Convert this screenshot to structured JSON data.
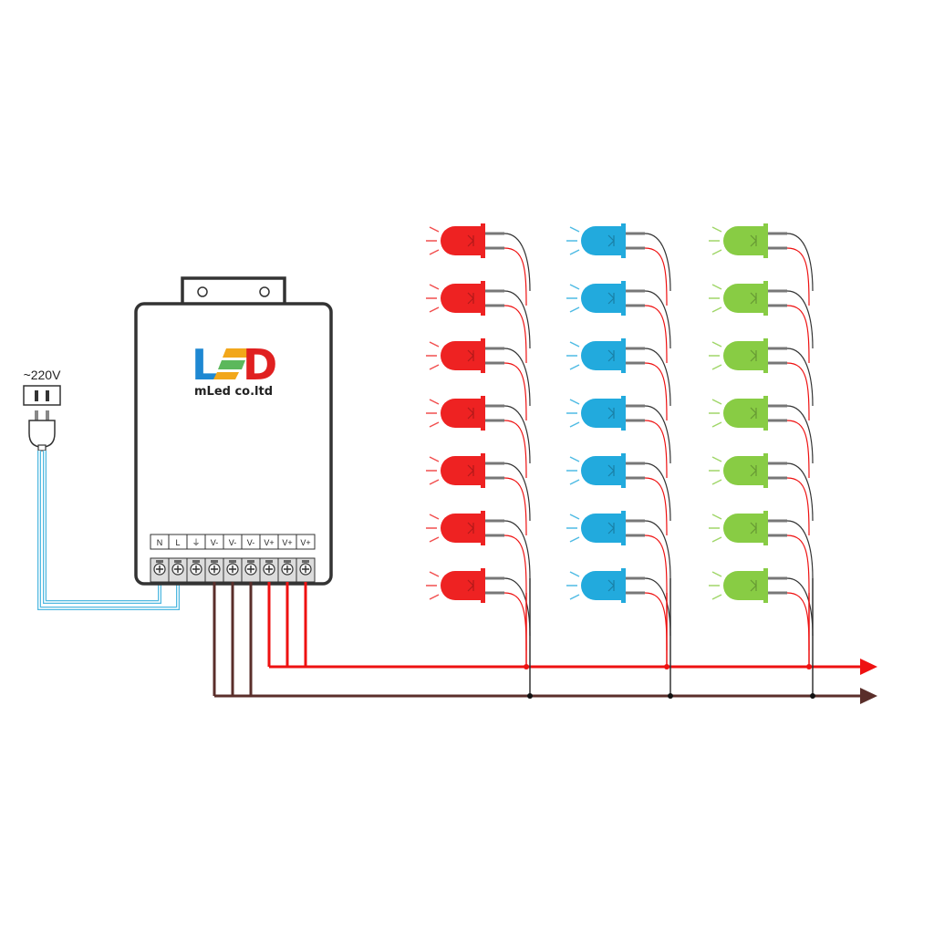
{
  "plug": {
    "voltage_label": "~220V"
  },
  "power_supply": {
    "brand_letters": [
      "L",
      "E",
      "D"
    ],
    "company_name": "mLed co.ltd",
    "terminals": [
      "N",
      "L",
      "⏚",
      "V-",
      "V-",
      "V-",
      "V+",
      "V+",
      "V+"
    ]
  },
  "led_columns": [
    {
      "name": "red",
      "count": 7
    },
    {
      "name": "blue",
      "count": 7
    },
    {
      "name": "green",
      "count": 7
    }
  ],
  "colors": {
    "mains_wire": "#4fb8e0",
    "positive_wire": "#ee1111",
    "negative_wire": "#5a2e2a",
    "housing_fill": "#ffffff",
    "housing_stroke": "#333333",
    "red_led": "#ee2222",
    "blue_led": "#22aadd",
    "green_led": "#88cc44",
    "logo_l": "#1e88d2",
    "logo_e1": "#f2a71b",
    "logo_e2": "#5cb85c",
    "logo_d": "#e02020"
  }
}
